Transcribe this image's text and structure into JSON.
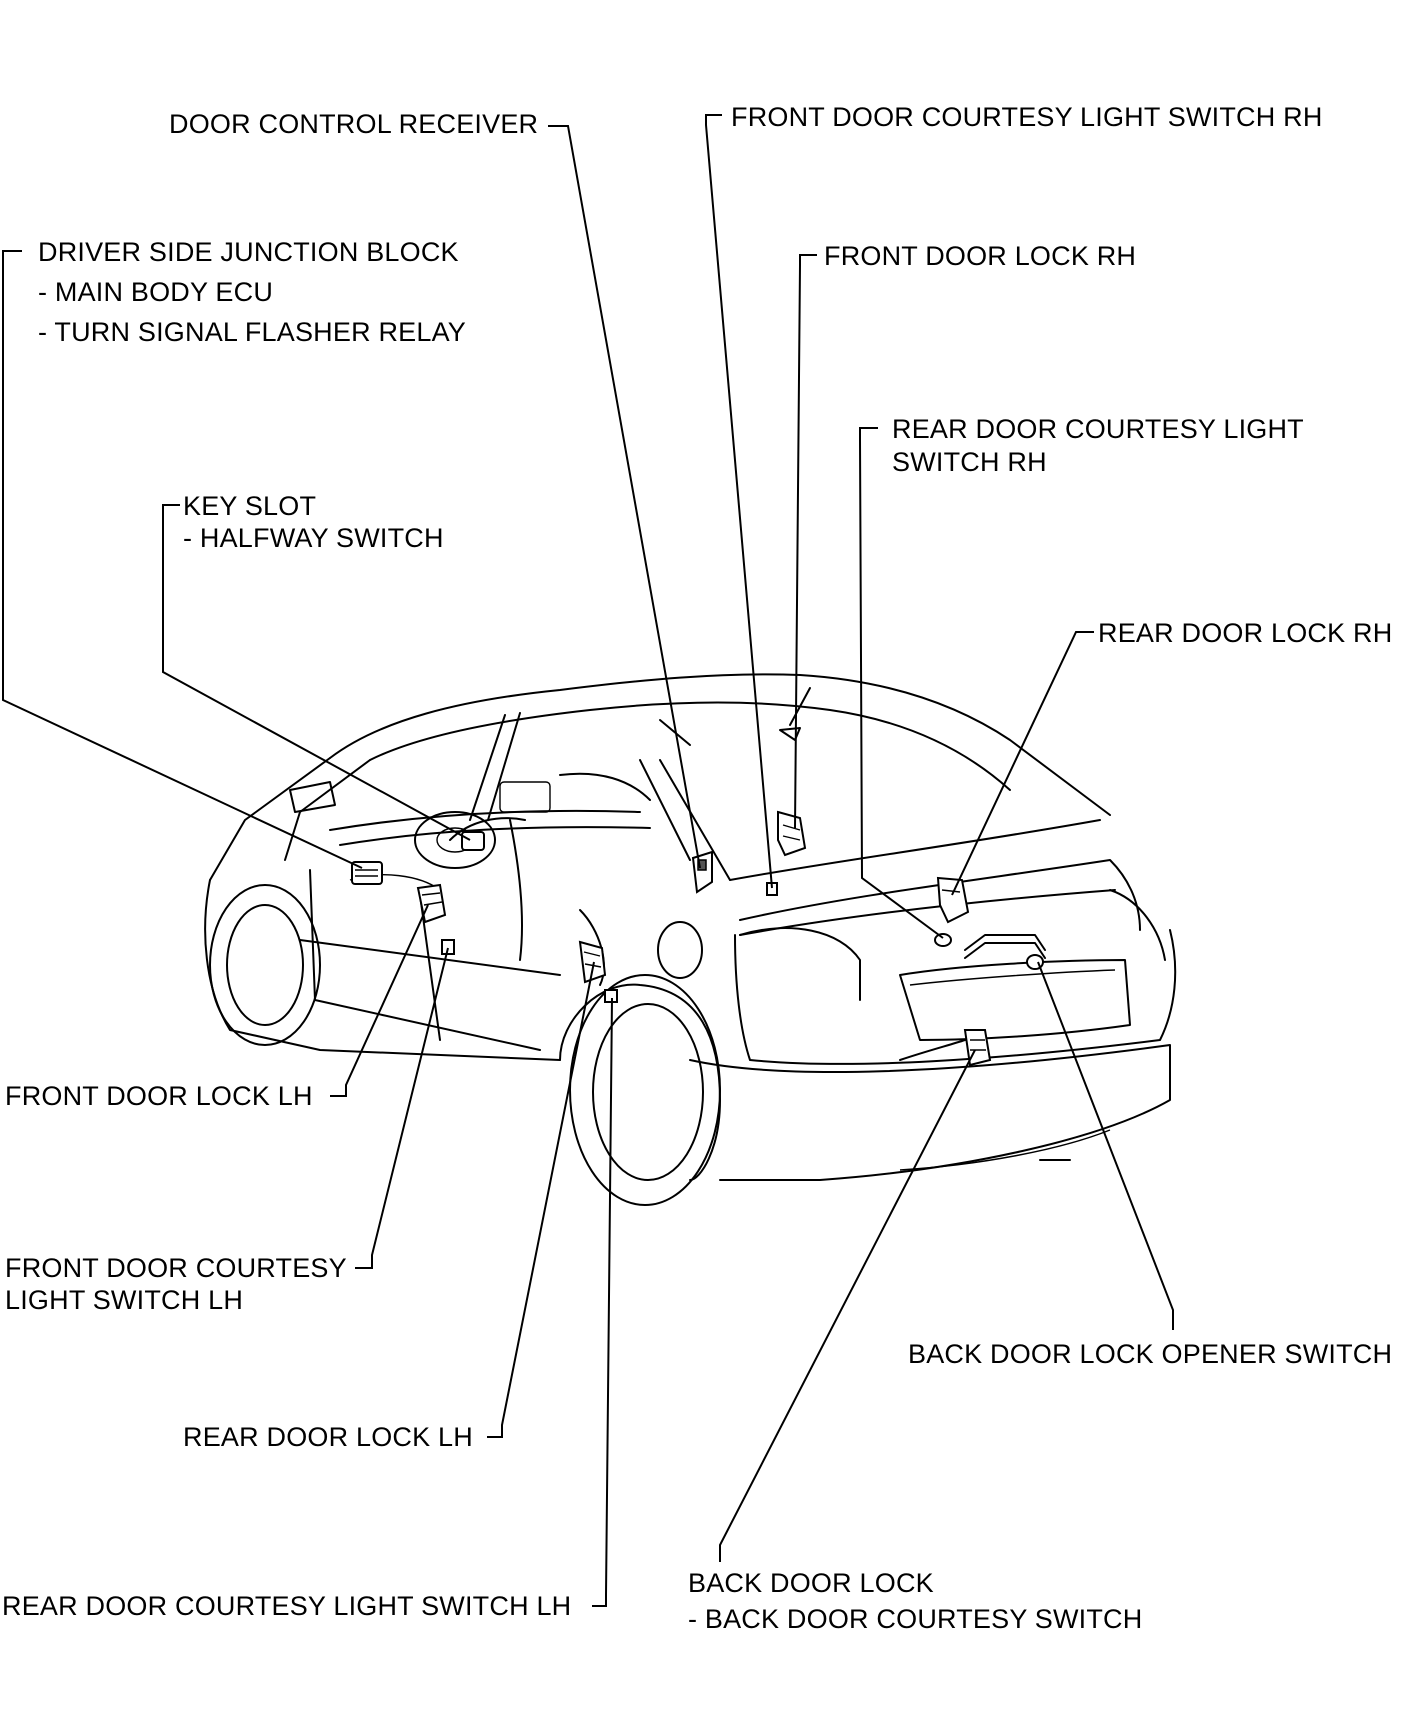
{
  "labels": {
    "door_control_receiver": "DOOR CONTROL RECEIVER",
    "front_door_courtesy_rh": "FRONT DOOR COURTESY LIGHT SWITCH RH",
    "driver_side_jb": "DRIVER SIDE JUNCTION BLOCK",
    "main_body_ecu": "- MAIN BODY ECU",
    "turn_signal_relay": "- TURN SIGNAL FLASHER RELAY",
    "front_door_lock_rh": "FRONT DOOR LOCK RH",
    "rear_door_courtesy_rh_1": "REAR DOOR COURTESY LIGHT",
    "rear_door_courtesy_rh_2": "SWITCH RH",
    "key_slot": "KEY SLOT",
    "halfway_switch": "- HALFWAY SWITCH",
    "rear_door_lock_rh": "REAR DOOR LOCK RH",
    "front_door_lock_lh": "FRONT DOOR LOCK LH",
    "front_door_courtesy_lh_1": "FRONT DOOR COURTESY",
    "front_door_courtesy_lh_2": "LIGHT SWITCH LH",
    "back_door_opener": "BACK DOOR LOCK OPENER SWITCH",
    "rear_door_lock_lh": "REAR DOOR LOCK LH",
    "back_door_lock": "BACK DOOR LOCK",
    "back_door_courtesy": "- BACK DOOR COURTESY SWITCH",
    "rear_door_courtesy_lh": "REAR DOOR COURTESY LIGHT SWITCH LH"
  }
}
